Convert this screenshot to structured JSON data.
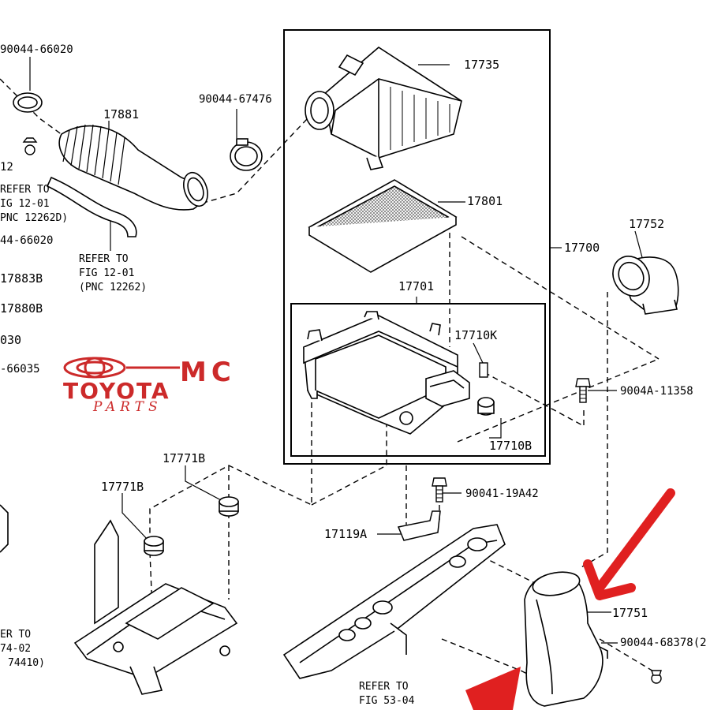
{
  "labels": {
    "p90044_66020_top": "90044-66020",
    "p17881": "17881",
    "p90044_67476": "90044-67476",
    "p17735": "17735",
    "p17801": "17801",
    "p17700": "17700",
    "p17752": "17752",
    "p17701": "17701",
    "p17710k": "17710K",
    "p17710b": "17710B",
    "p9004a_11358": "9004A-11358",
    "p90041_19a42": "90041-19A42",
    "p17119a": "17119A",
    "p17771b_top": "17771B",
    "p17771b_left": "17771B",
    "p17751": "17751",
    "p90044_68378": "90044-68378(2",
    "p12": "12",
    "p44_66020": "44-66020",
    "p17883b": "17883B",
    "p17880b": "17880B",
    "p030": "030",
    "p66035": "-66035"
  },
  "refs": {
    "left_top": [
      "REFER TO",
      "IG 12-01",
      "PNC 12262D)"
    ],
    "left_mid": [
      "REFER TO",
      "FIG 12-01",
      "(PNC 12262)"
    ],
    "left_bottom": [
      "ER TO",
      "74-02",
      "74410)"
    ],
    "bottom_mid": [
      "REFER TO",
      "FIG 53-04"
    ]
  },
  "logo": {
    "mc": "MC",
    "toyota": "TOYOTA",
    "parts": "PARTS",
    "color": "#cc2a2a"
  },
  "colors": {
    "line": "#000000",
    "arrow": "#e02020"
  }
}
